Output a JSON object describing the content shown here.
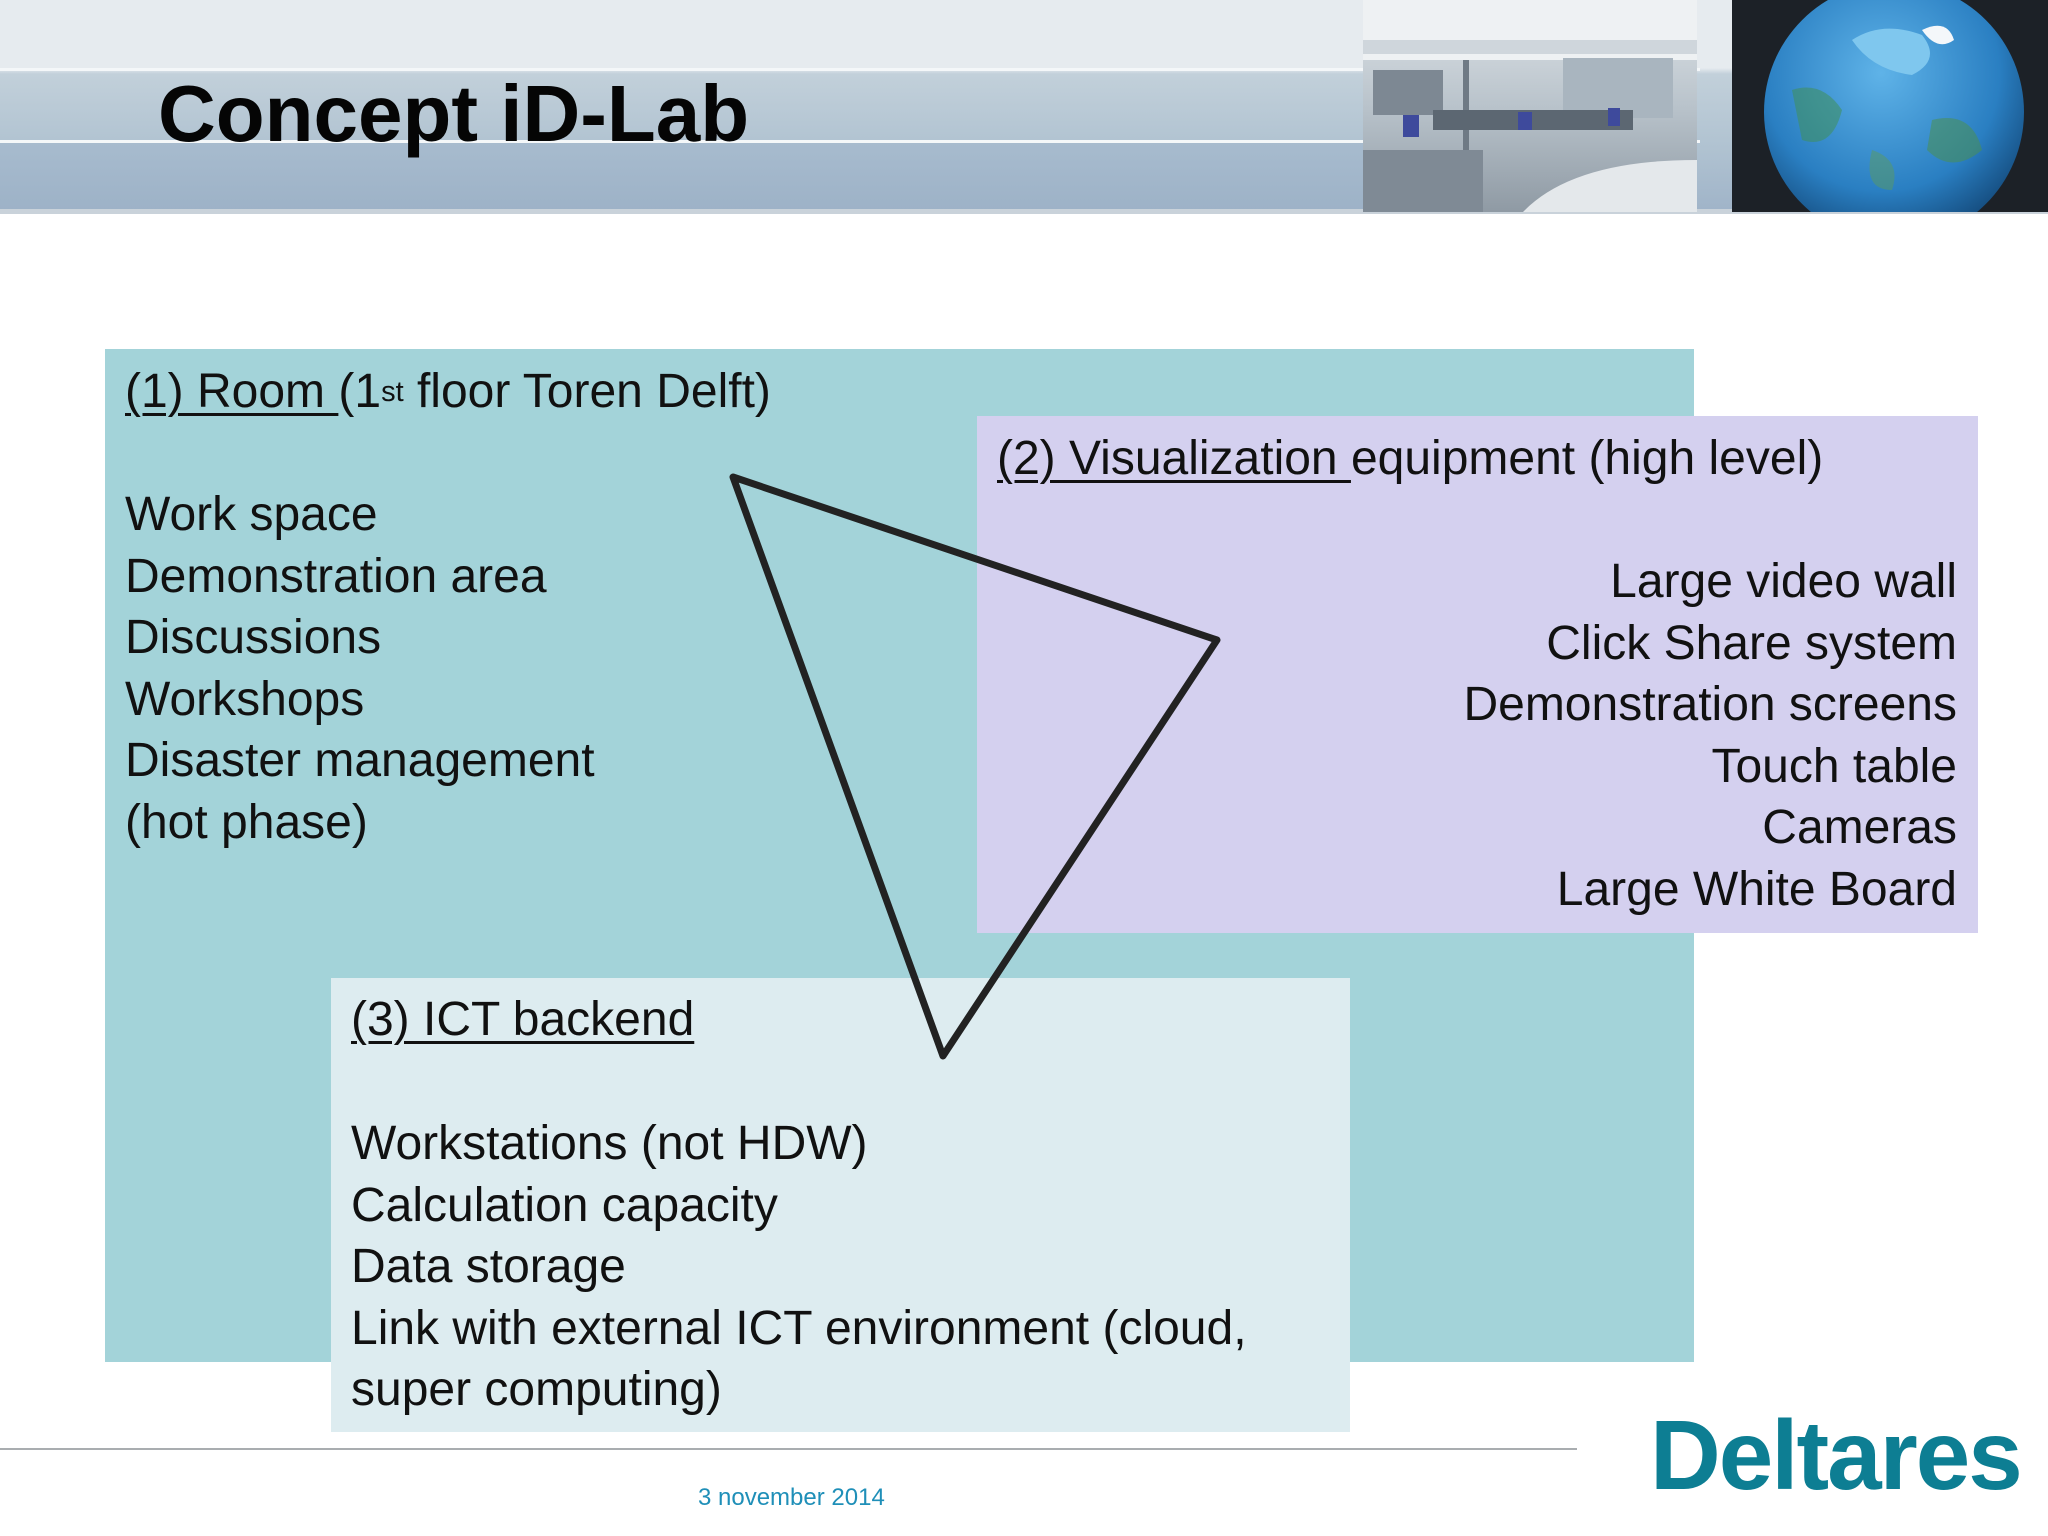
{
  "slide": {
    "title": "Concept iD-Lab"
  },
  "room_box": {
    "heading_underlined": "(1) Room ",
    "heading_pre_sup": "(1",
    "heading_sup": "st",
    "heading_post_sup": " floor Toren Delft)",
    "items": [
      "Work space",
      "Demonstration area",
      "Discussions",
      "Workshops",
      "Disaster management",
      "(hot phase)"
    ]
  },
  "vis_box": {
    "heading_underlined": "(2) Visualization ",
    "heading_rest": "equipment (high level)",
    "items": [
      "Large video wall",
      "Click Share system",
      "Demonstration screens",
      "Touch table",
      "Cameras",
      "Large White Board"
    ]
  },
  "ict_box": {
    "heading": "(3) ICT backend",
    "items": [
      "Workstations (not HDW)",
      "Calculation capacity",
      "Data storage",
      "Link with external ICT environment (cloud,",
      "super computing)"
    ]
  },
  "footer": {
    "date": "3 november 2014"
  },
  "logo": {
    "text": "Deltares",
    "color": "#0d7e93"
  },
  "colors": {
    "room_box": "#a3d3d9",
    "vis_box": "#d4d0ef",
    "ict_box": "#ddecf0",
    "date_text": "#1f8fb8"
  }
}
